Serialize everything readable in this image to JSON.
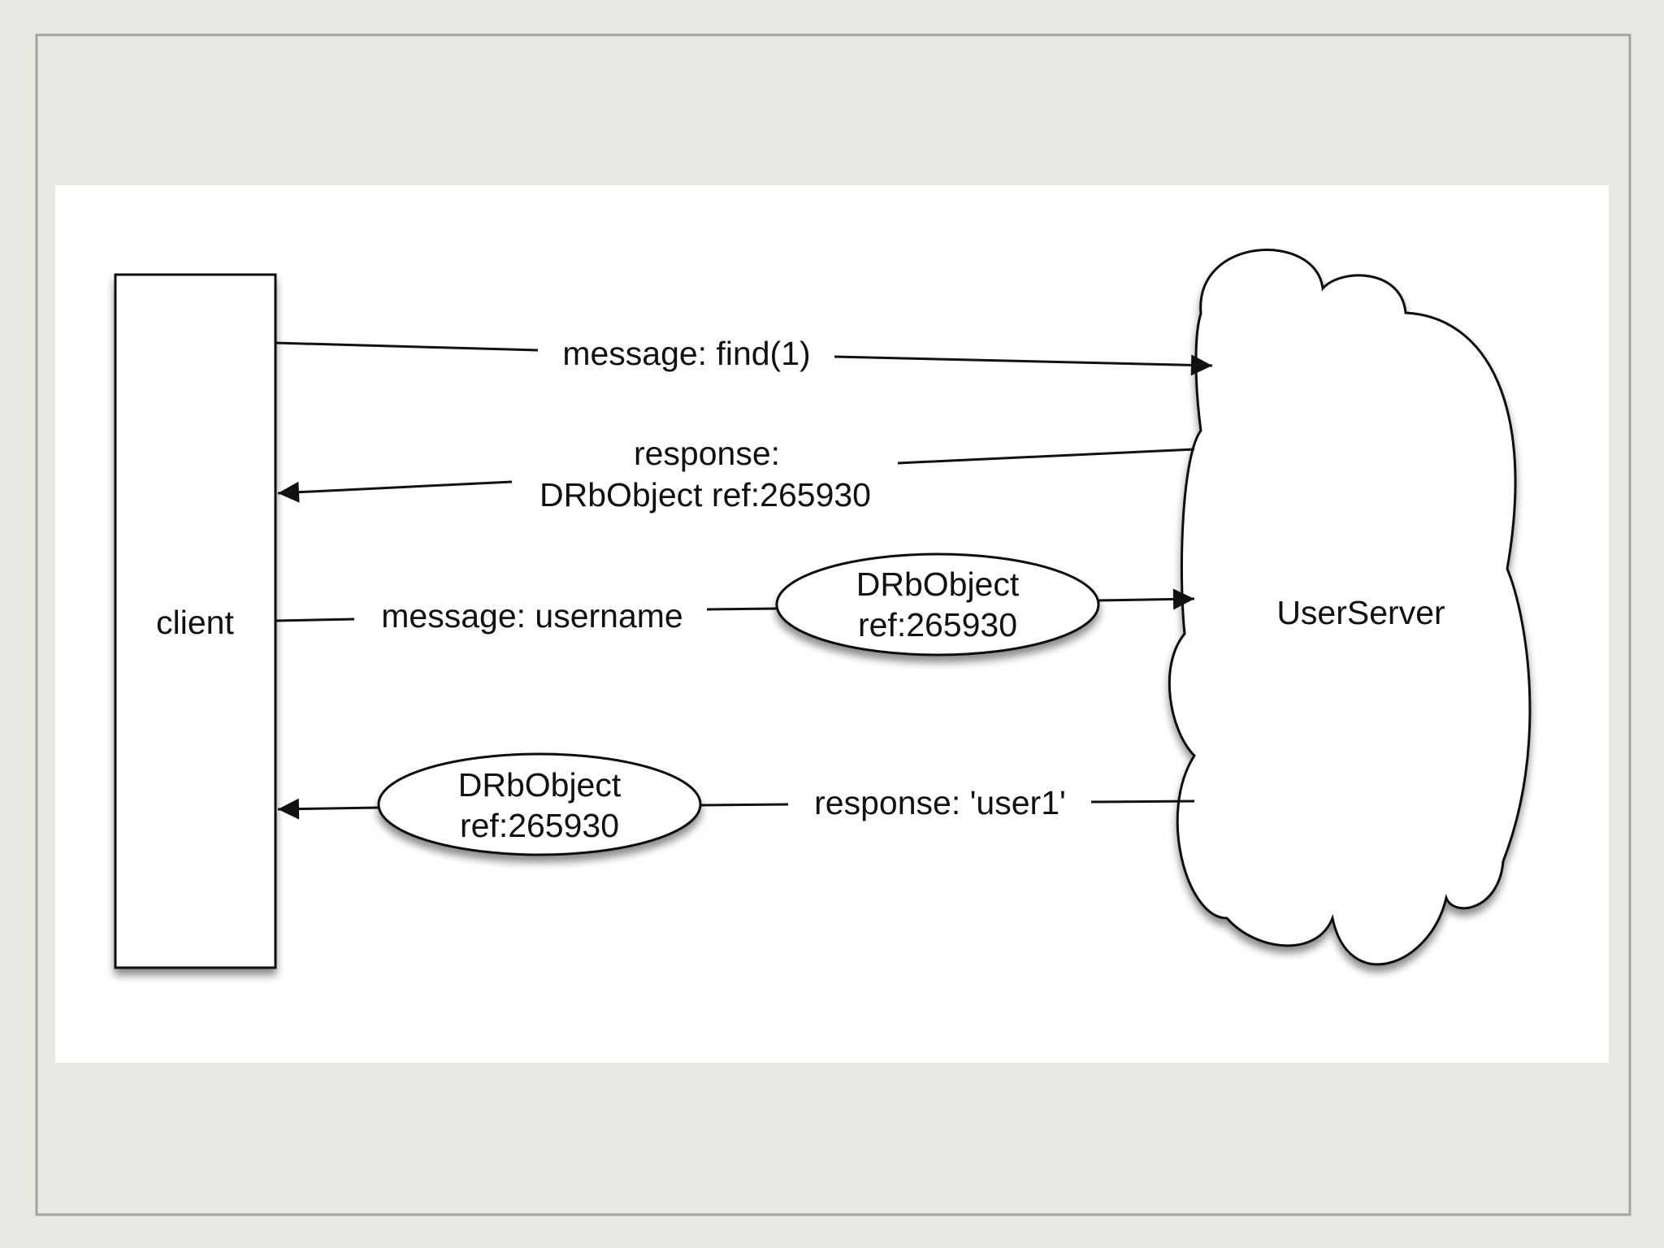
{
  "diagram": {
    "client_label": "client",
    "server_label": "UserServer",
    "message_find": "message: find(1)",
    "response_line1": "response:",
    "response_line2": "DRbObject ref:265930",
    "message_username": "message: username",
    "token_top_line1": "DRbObject",
    "token_top_line2": "ref:265930",
    "token_bottom_line1": "DRbObject",
    "token_bottom_line2": "ref:265930",
    "response_user": "response: 'user1'"
  },
  "colors": {
    "slide_background": "#e9e9e4",
    "frame_border": "#a3a3a3",
    "panel_background": "#ffffff",
    "stroke": "#111111"
  }
}
